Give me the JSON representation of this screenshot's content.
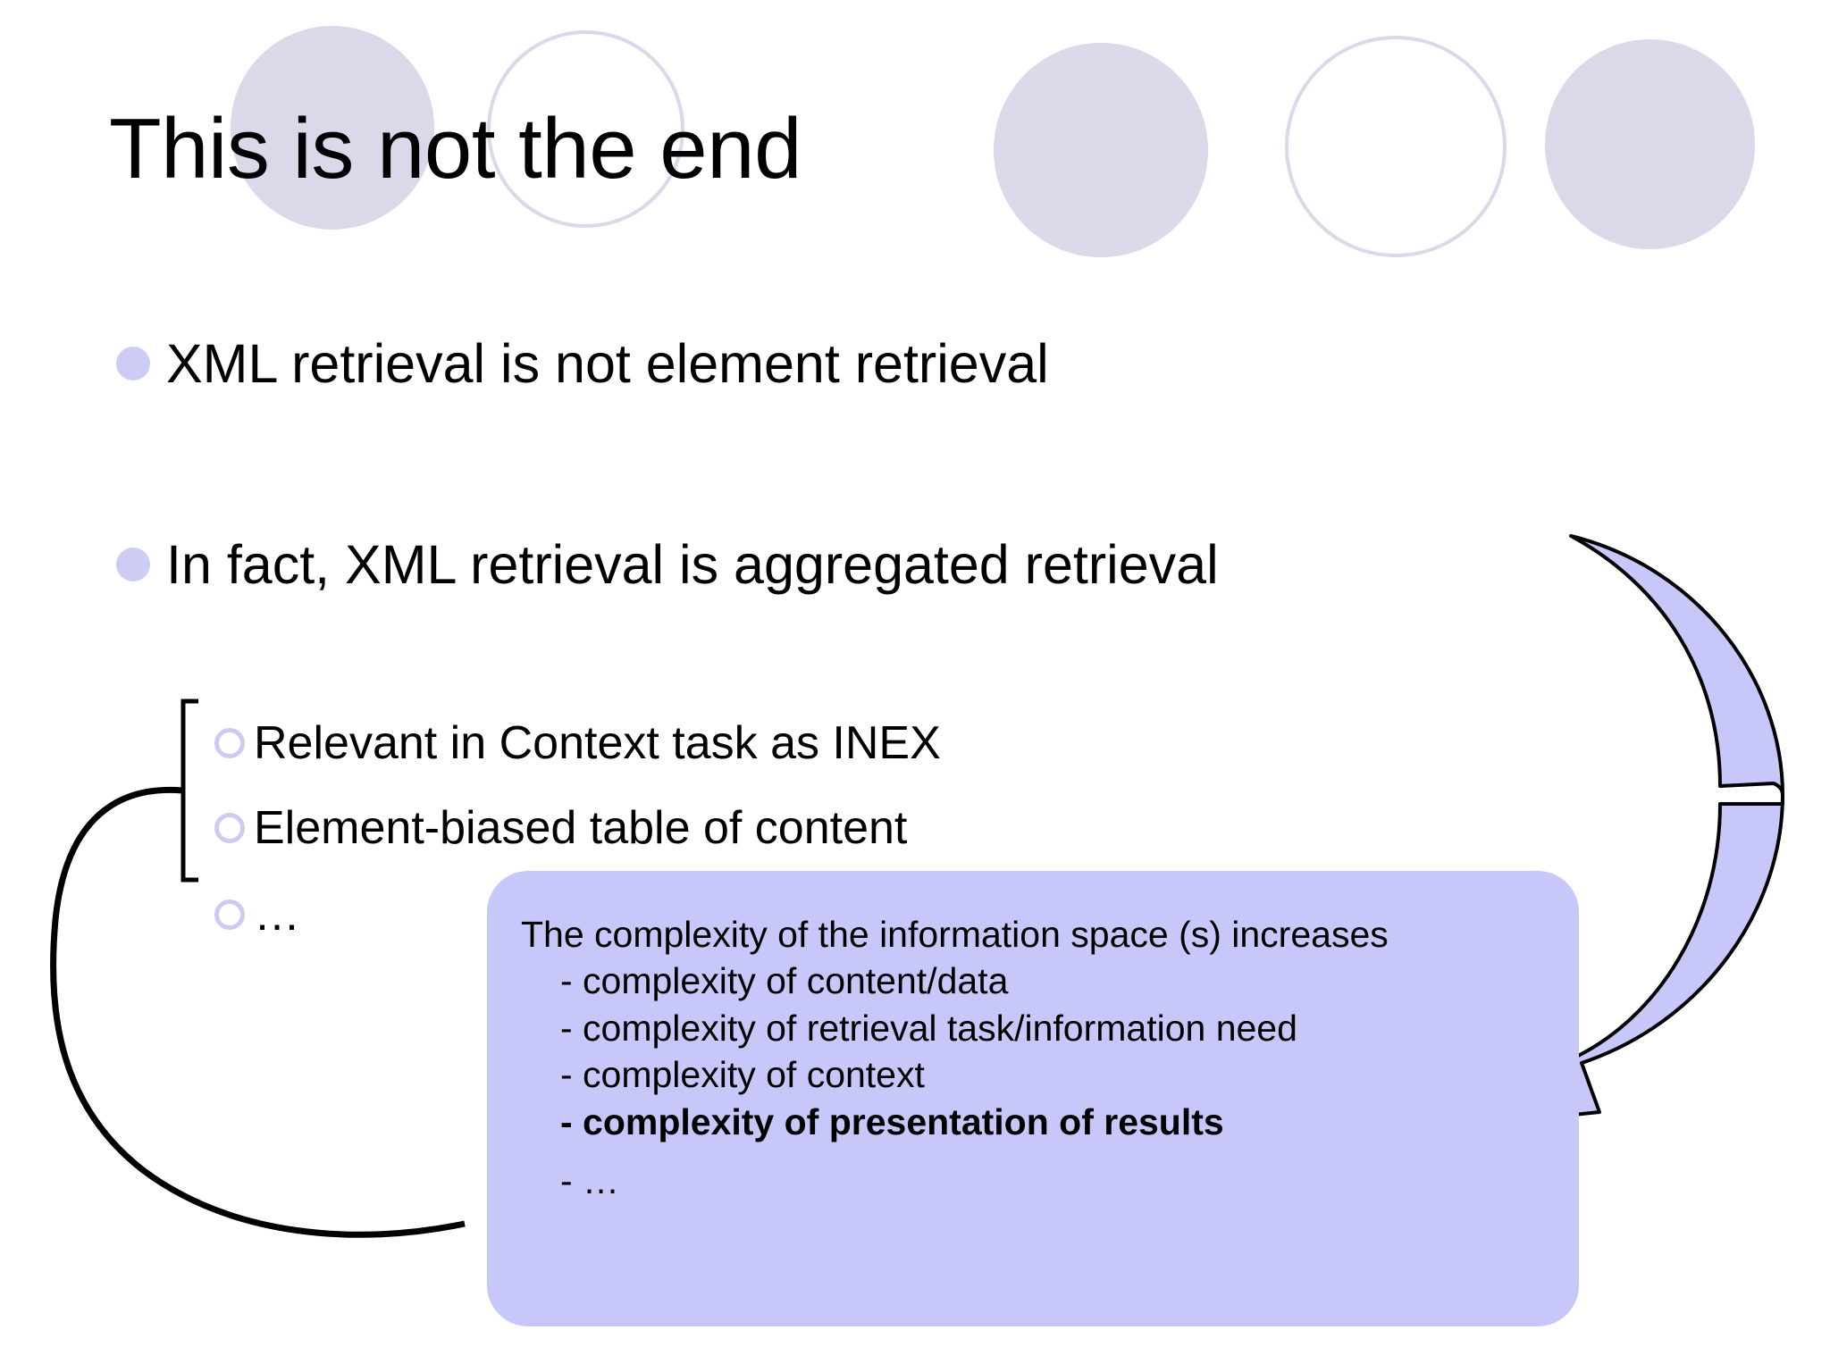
{
  "slide": {
    "title": "This is not the end",
    "background_color": "#ffffff",
    "accent_color": "#ccccf5",
    "decoration_color": "#d9d9e9",
    "callout_color": "#c7c7fa"
  },
  "decorations": [
    {
      "name": "circle-1",
      "style": "filled"
    },
    {
      "name": "circle-2",
      "style": "outline"
    },
    {
      "name": "circle-3",
      "style": "filled"
    },
    {
      "name": "circle-4",
      "style": "outline"
    },
    {
      "name": "circle-5",
      "style": "filled"
    }
  ],
  "bullets": [
    {
      "text": "XML retrieval is not element retrieval"
    },
    {
      "text": "In fact, XML retrieval is aggregated retrieval"
    }
  ],
  "sub_bullets": [
    {
      "text": "Relevant in Context task as INEX"
    },
    {
      "text": "Element-biased table of content"
    },
    {
      "text": "…"
    }
  ],
  "callout": {
    "lead": "The complexity of the information space (s) increases",
    "items": [
      {
        "text": "-  complexity of content/data",
        "bold": false
      },
      {
        "text": "-  complexity of retrieval task/information need",
        "bold": false
      },
      {
        "text": "-  complexity of context",
        "bold": false
      },
      {
        "text": "-  complexity of presentation of results",
        "bold": true
      },
      {
        "text": "-  …",
        "bold": false
      }
    ]
  },
  "shapes": {
    "circular_arrow": "curved-arrow-pointing-down-left",
    "bracket": "left-square-bracket-grouping-first-two-sub-bullets",
    "connector": "curved-line-from-bracket-to-callout-box"
  }
}
